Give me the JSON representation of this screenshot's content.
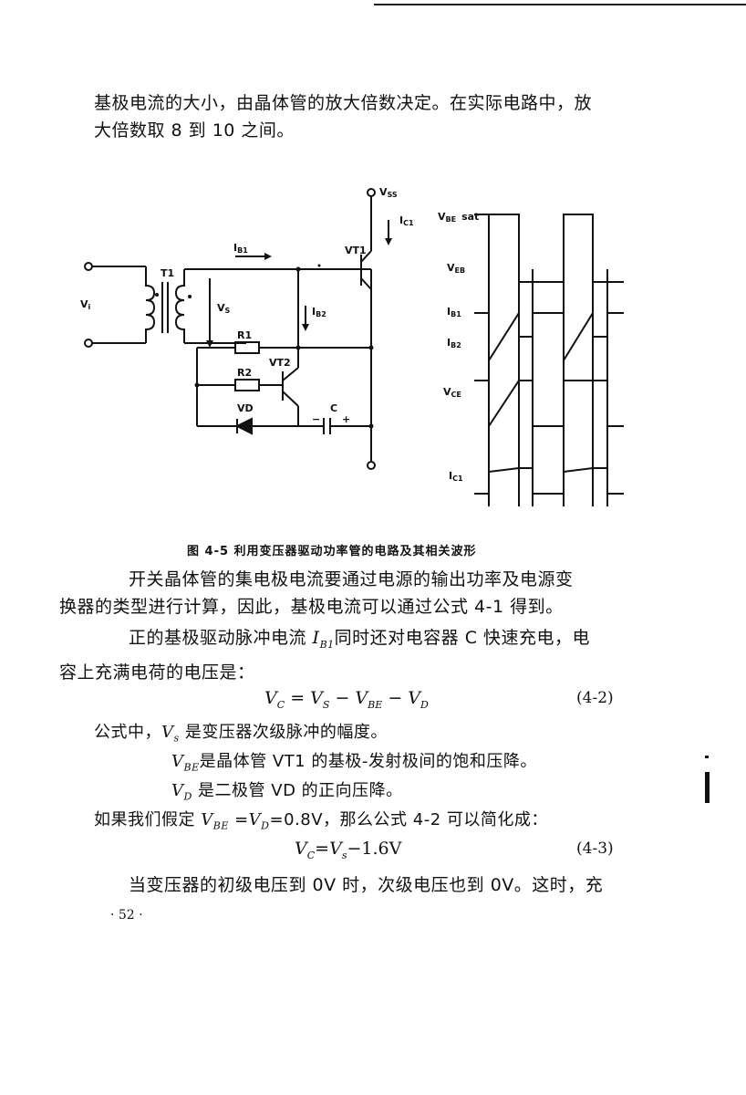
{
  "para1": {
    "line1": "基极电流的大小，由晶体管的放大倍数决定。在实际电路中，放",
    "line2": "大倍数取 8 到 10 之间。"
  },
  "figure": {
    "caption": "图 4-5   利用变压器驱动功率管的电路及其相关波形",
    "circuit_labels": {
      "vss": "V",
      "vss_sub": "SS",
      "ic1": "I",
      "ic1_sub": "C1",
      "ib1": "I",
      "ib1_sub": "B1",
      "vt1": "VT1",
      "t1": "T1",
      "vi": "V",
      "vi_sub": "i",
      "vs": "V",
      "vs_sub": "S",
      "ib2": "I",
      "ib2_sub": "B2",
      "r1": "R1",
      "r2": "R2",
      "vt2": "VT2",
      "vd": "VD",
      "c": "C",
      "minus": "−",
      "plus": "+"
    },
    "wave_labels": {
      "vbe_sat": "V",
      "vbe_sat_sub": "BE",
      "vbe_sat_tail": "sat",
      "veb": "V",
      "veb_sub": "EB",
      "ib1": "I",
      "ib1_sub": "B1",
      "ib2": "I",
      "ib2_sub": "B2",
      "vce": "V",
      "vce_sub": "CE",
      "ic1": "I",
      "ic1_sub": "C1"
    }
  },
  "para2": {
    "line1": "开关晶体管的集电极电流要通过电源的输出功率及电源变",
    "line2": "换器的类型进行计算，因此，基极电流可以通过公式 4-1 得到。"
  },
  "para3": {
    "line1_pre": "正的基极驱动脉冲电流 ",
    "line1_var": "I",
    "line1_sub": "B1",
    "line1_post": "同时还对电容器 C 快速充电，电",
    "line2": "容上充满电荷的电压是："
  },
  "eq2": {
    "lhs": "V",
    "lhs_sub": "C",
    "mid1": " = V",
    "mid1_sub": "S",
    "mid2": " − V",
    "mid2_sub": "BE",
    "mid3": " − V",
    "mid3_sub": "D",
    "num": "(4-2)"
  },
  "where": {
    "l1_pre": "公式中，",
    "l1_var": "V",
    "l1_sub": "s",
    "l1_post": " 是变压器次级脉冲的幅度。",
    "l2_var": "V",
    "l2_sub": "BE",
    "l2_post": "是晶体管 VT1 的基极-发射极间的饱和压降。",
    "l3_var": "V",
    "l3_sub": "D",
    "l3_post": " 是二极管 VD 的正向压降。"
  },
  "assume": {
    "pre": "如果我们假定 ",
    "v1": "V",
    "v1_sub": "BE",
    "mid": " =",
    "v2": "V",
    "v2_sub": "D",
    "post": "=0.8V，那么公式 4-2 可以简化成："
  },
  "eq3": {
    "lhs": "V",
    "lhs_sub": "C",
    "rhs": "=V",
    "rhs_sub": "s",
    "rhs_tail": "−1.6V",
    "num": "(4-3)"
  },
  "para4": "当变压器的初级电压到 0V 时，次级电压也到 0V。这时，充",
  "page_number": "· 52 ·"
}
